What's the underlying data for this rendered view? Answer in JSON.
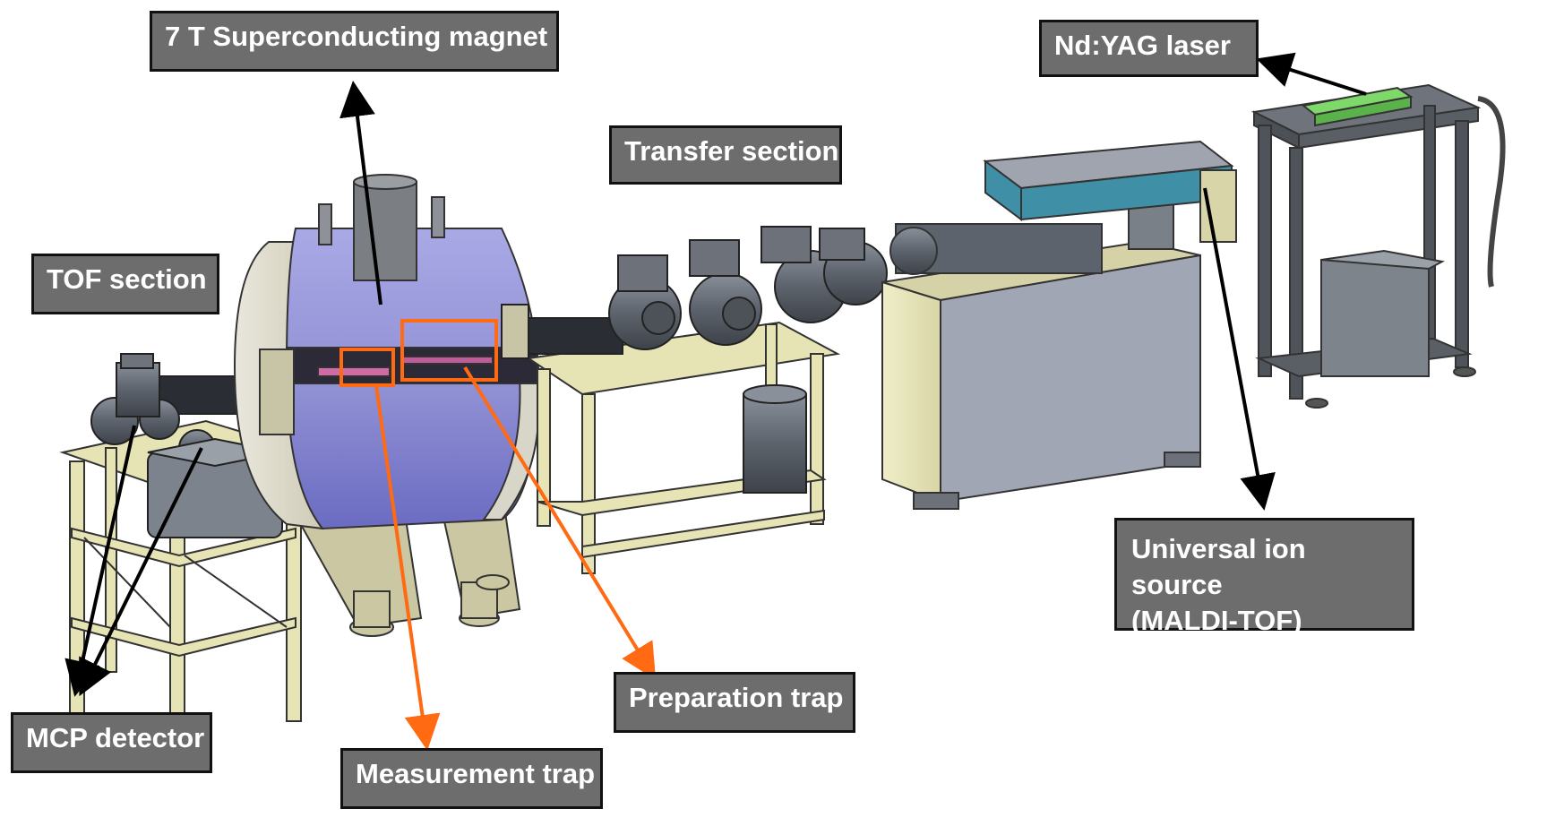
{
  "labels": {
    "magnet": "7 T Superconducting magnet",
    "laser": "Nd:YAG laser",
    "transfer": "Transfer section",
    "tof": "TOF section",
    "ion_source_line1": "Universal ion source",
    "ion_source_line2": "(MALDI-TOF)",
    "preparation_trap": "Preparation trap",
    "mcp_detector": "MCP detector",
    "measurement_trap": "Measurement trap"
  },
  "colors": {
    "label_fill": "#6d6d6d",
    "label_border": "#111111",
    "arrow_black": "#000000",
    "arrow_orange": "#ff6a13",
    "magnet_body": "#9a9ad8",
    "cream": "#e8e6b8",
    "steel": "#5e6470",
    "laser_green": "#7fd86a",
    "teal_box": "#3f8fa6"
  }
}
